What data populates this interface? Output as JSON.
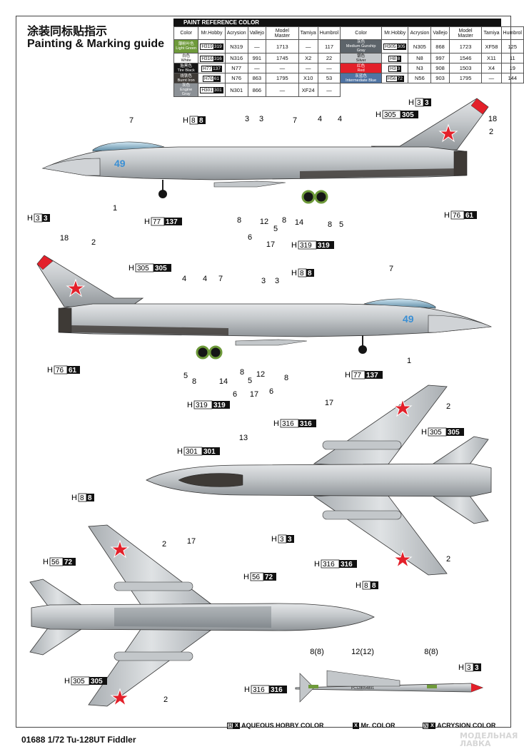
{
  "title": {
    "cn": "涂装同标贴指示",
    "en": "Painting & Marking guide"
  },
  "paint_reference": {
    "header": "PAINT  REFERENCE COLOR",
    "columns": [
      "Color",
      "Mr.Hobby",
      "Acrysion",
      "Vallejo",
      "Model Master",
      "Tamiya",
      "Humbrol"
    ],
    "left_rows": [
      {
        "cn": "薄粉叶色",
        "en": "Light Green",
        "hobby_h": "319",
        "hobby_m": "319",
        "acry": "319",
        "vallejo": "—",
        "mm": "1713",
        "tamiya": "—",
        "humbrol": "117",
        "bg": "#6e9a3a",
        "fg": "#ffffff"
      },
      {
        "cn": "白色",
        "en": "White",
        "hobby_h": "316",
        "hobby_m": "316",
        "acry": "316",
        "vallejo": "991",
        "mm": "1745",
        "tamiya": "X2",
        "humbrol": "22",
        "bg": "#ffffff",
        "fg": "#111111"
      },
      {
        "cn": "胎黑色",
        "en": "Tire Black",
        "hobby_h": "77",
        "hobby_m": "137",
        "acry": "77",
        "vallejo": "—",
        "mm": "—",
        "tamiya": "—",
        "humbrol": "—",
        "bg": "#151515",
        "fg": "#ffffff"
      },
      {
        "cn": "烧铁色",
        "en": "Burnt Iron",
        "hobby_h": "76",
        "hobby_m": "61",
        "acry": "76",
        "vallejo": "863",
        "mm": "1795",
        "tamiya": "X10",
        "humbrol": "53",
        "bg": "#3e3a36",
        "fg": "#ffffff"
      },
      {
        "cn": "灰色",
        "en": "Engine Gray",
        "hobby_h": "301",
        "hobby_m": "301",
        "acry": "301",
        "vallejo": "866",
        "mm": "—",
        "tamiya": "XF24",
        "humbrol": "—",
        "bg": "#8c9196",
        "fg": "#ffffff"
      }
    ],
    "right_rows": [
      {
        "cn": "灰色",
        "en": "Medium Gunship Gray",
        "hobby_h": "305",
        "hobby_m": "305",
        "acry": "305",
        "vallejo": "868",
        "mm": "1723",
        "tamiya": "XF58",
        "humbrol": "125",
        "bg": "#5d646a",
        "fg": "#ffffff"
      },
      {
        "cn": "银色",
        "en": "Silver",
        "hobby_h": "8",
        "hobby_m": "8",
        "acry": "8",
        "vallejo": "997",
        "mm": "1546",
        "tamiya": "X11",
        "humbrol": "11",
        "bg": "#c4c7ca",
        "fg": "#111111"
      },
      {
        "cn": "红色",
        "en": "Red",
        "hobby_h": "3",
        "hobby_m": "3",
        "acry": "3",
        "vallejo": "908",
        "mm": "1503",
        "tamiya": "X4",
        "humbrol": "19",
        "bg": "#e3202a",
        "fg": "#ffffff"
      },
      {
        "cn": "灰蓝色",
        "en": "Intermediate Blue",
        "hobby_h": "56",
        "hobby_m": "72",
        "acry": "56",
        "vallejo": "903",
        "mm": "1795",
        "tamiya": "—",
        "humbrol": "144",
        "bg": "#4f74a3",
        "fg": "#ffffff"
      }
    ]
  },
  "callouts": {
    "side1": {
      "tags": [
        {
          "h": "8",
          "m": "8"
        },
        {
          "h": "305",
          "m": "305"
        },
        {
          "h": "3",
          "m": "3"
        },
        {
          "h": "77",
          "m": "137"
        },
        {
          "h": "76",
          "m": "61"
        },
        {
          "h": "319",
          "m": "319"
        }
      ],
      "numbers": [
        "7",
        "3",
        "3",
        "7",
        "4",
        "4",
        "18",
        "2",
        "1",
        "8",
        "12",
        "8",
        "14",
        "8",
        "5",
        "6",
        "5",
        "17"
      ]
    },
    "side2": {
      "tags": [
        {
          "h": "3",
          "m": "3"
        },
        {
          "h": "305",
          "m": "305"
        },
        {
          "h": "8",
          "m": "8"
        },
        {
          "h": "76",
          "m": "61"
        },
        {
          "h": "77",
          "m": "137"
        },
        {
          "h": "319",
          "m": "319"
        }
      ],
      "numbers": [
        "18",
        "2",
        "4",
        "4",
        "7",
        "3",
        "3",
        "7",
        "5",
        "8",
        "14",
        "6",
        "8",
        "5",
        "17",
        "12",
        "6",
        "8",
        "1"
      ]
    },
    "top": {
      "tags": [
        {
          "h": "316",
          "m": "316"
        },
        {
          "h": "305",
          "m": "305"
        },
        {
          "h": "301",
          "m": "301"
        },
        {
          "h": "3",
          "m": "3"
        },
        {
          "h": "316",
          "m": "316"
        },
        {
          "h": "8",
          "m": "8"
        }
      ],
      "numbers": [
        "17",
        "2",
        "13",
        "2"
      ]
    },
    "bottom": {
      "tags": [
        {
          "h": "8",
          "m": "8"
        },
        {
          "h": "56",
          "m": "72"
        },
        {
          "h": "56",
          "m": "72"
        },
        {
          "h": "305",
          "m": "305"
        }
      ],
      "numbers": [
        "2",
        "17",
        "2"
      ]
    },
    "missile": {
      "tags": [
        {
          "h": "316",
          "m": "316"
        },
        {
          "h": "3",
          "m": "3"
        }
      ],
      "numbers": [
        "8(8)",
        "12(12)",
        "8(8)"
      ],
      "serial": "PC128054891"
    }
  },
  "aircraft_number": "49",
  "legend": {
    "aqueous_box": "H",
    "aqueous_inner": "X",
    "aqueous": "AQUEOUS HOBBY COLOR",
    "mr_box": "X",
    "mr": "Mr. COLOR",
    "acry_box": "N",
    "acry_inner": "X",
    "acry": "ACRYSION COLOR"
  },
  "footer": "01688 1/72 Tu-128UT Fiddler",
  "watermark": {
    "line1": "МОДЕЛЬНАЯ",
    "line2": "ЛАВКА"
  },
  "colors": {
    "silver": "#c4c7ca",
    "red": "#e3202a",
    "light_green": "#6e9a3a",
    "burnt_iron": "#3e3a36",
    "gunship_gray": "#5d646a",
    "blue_number": "#3a8fd4"
  }
}
